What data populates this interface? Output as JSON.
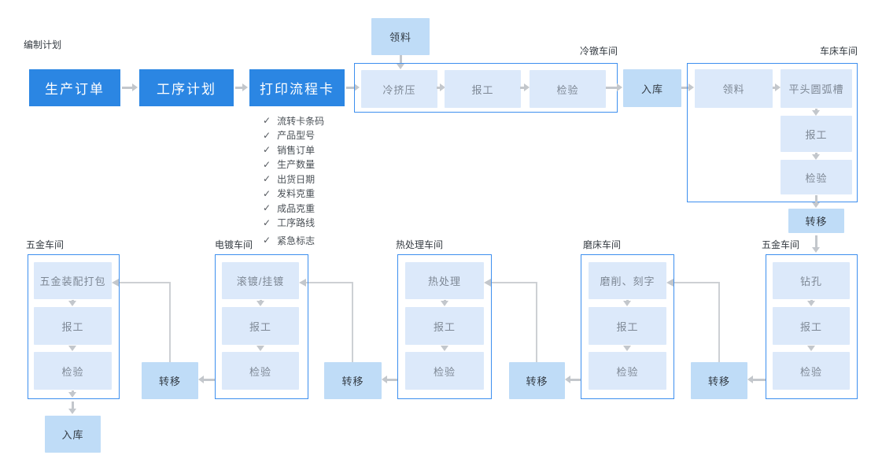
{
  "colors": {
    "primary_blue": "#2B86E3",
    "medium_blue": "#BFDCF7",
    "light_blue": "#DCE9FA",
    "group_border": "#3D8FEF",
    "arrow_gray": "#C3C7CC"
  },
  "icons": {
    "check": "✓"
  },
  "plan": {
    "section_label": "编制计划",
    "steps": [
      "生产订单",
      "工序计划",
      "打印流程卡"
    ]
  },
  "print_card_fields": [
    "流转卡条码",
    "产品型号",
    "销售订单",
    "生产数量",
    "出货日期",
    "发料克重",
    "成品克重",
    "工序路线",
    "紧急标志"
  ],
  "top_row": {
    "pick_material": "领料",
    "cold_heading_shop": {
      "label": "冷镦车间",
      "steps": [
        "冷挤压",
        "报工",
        "检验"
      ]
    },
    "warehouse_in": "入库",
    "lathe_shop": {
      "label": "车床车间",
      "steps": [
        "领料",
        "平头圆弧槽",
        "报工",
        "检验"
      ]
    },
    "transfer": "转移"
  },
  "bottom_row": {
    "hardware_shop_final": {
      "label": "五金车间",
      "steps": [
        "五金装配打包",
        "报工",
        "检验"
      ]
    },
    "plating_shop": {
      "label": "电镀车间",
      "steps": [
        "滚镀/挂镀",
        "报工",
        "检验"
      ]
    },
    "heat_treatment_shop": {
      "label": "热处理车间",
      "steps": [
        "热处理",
        "报工",
        "检验"
      ]
    },
    "grinding_shop": {
      "label": "磨床车间",
      "steps": [
        "磨削、刻字",
        "报工",
        "检验"
      ]
    },
    "hardware_shop_drill": {
      "label": "五金车间",
      "steps": [
        "钻孔",
        "报工",
        "检验"
      ]
    },
    "transfers": [
      "转移",
      "转移",
      "转移",
      "转移"
    ],
    "warehouse_in": "入库"
  }
}
